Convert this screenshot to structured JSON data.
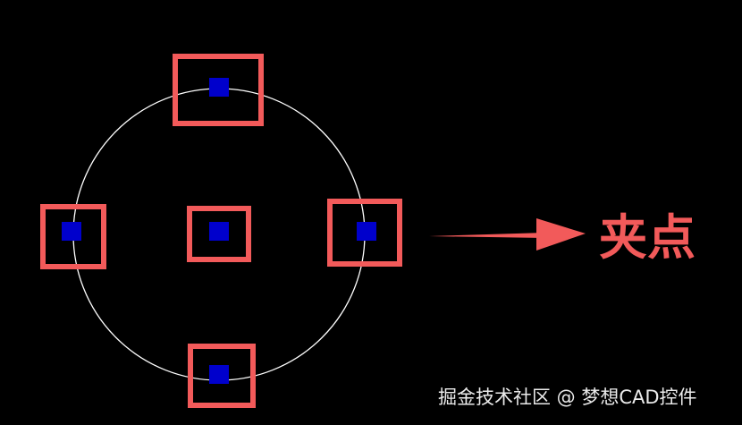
{
  "annotation": {
    "label": "夹点"
  },
  "watermark": {
    "text": "掘金技术社区 @ 梦想CAD控件"
  },
  "colors": {
    "background": "#000000",
    "circle_stroke": "#ffffff",
    "grip_fill": "#0000cc",
    "highlight_stroke": "#f25a5a",
    "arrow": "#f25a5a",
    "label": "#f25a5a",
    "watermark": "#ffffff"
  },
  "grips": [
    {
      "name": "grip-top"
    },
    {
      "name": "grip-left"
    },
    {
      "name": "grip-center"
    },
    {
      "name": "grip-right"
    },
    {
      "name": "grip-bottom"
    }
  ]
}
